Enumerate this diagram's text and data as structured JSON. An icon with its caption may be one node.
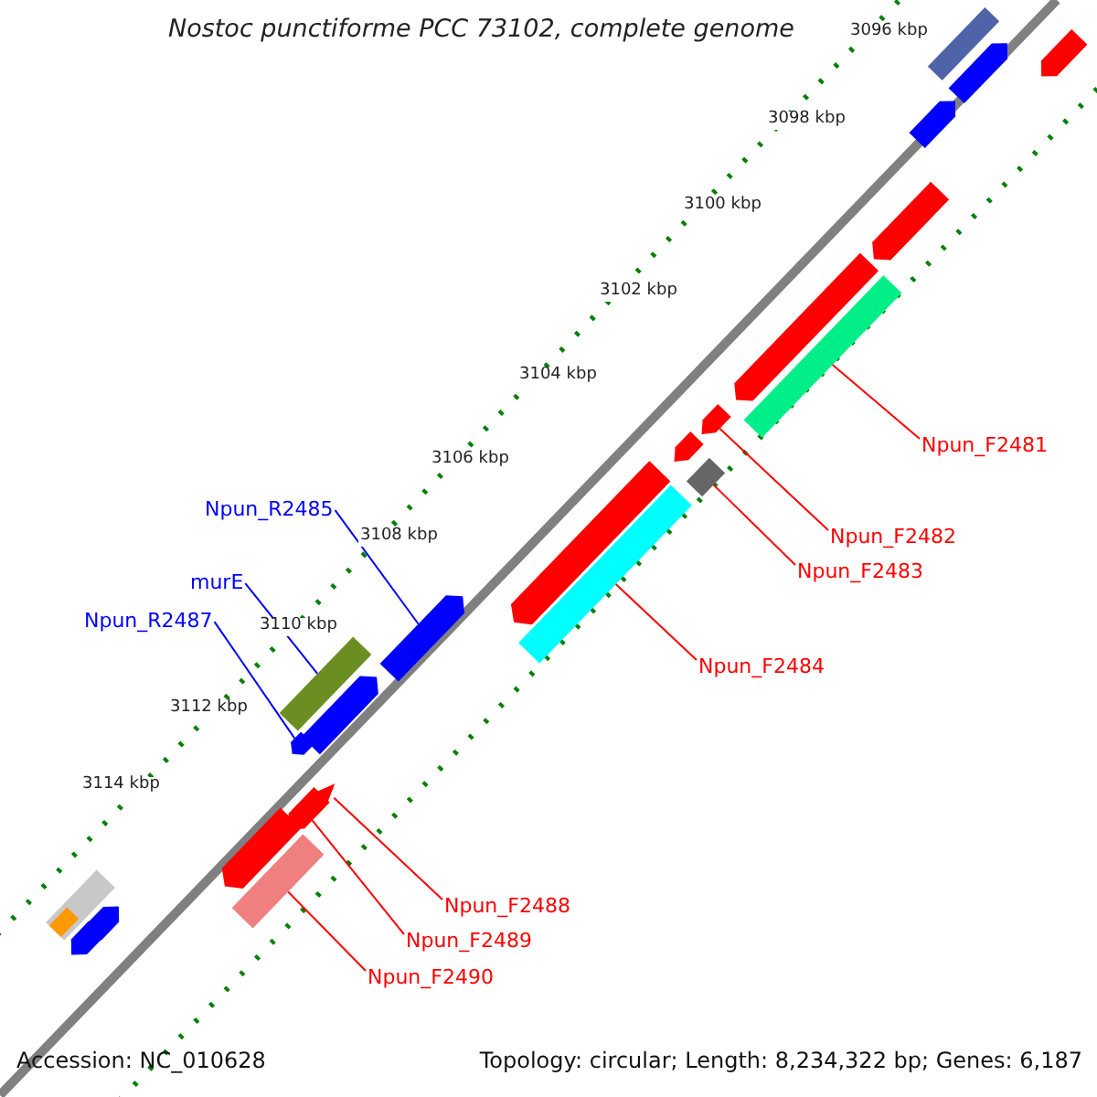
{
  "diagram": {
    "title": "Nostoc punctiforme PCC 73102, complete genome",
    "nodes": [
      {
        "text": [
          "Npun_F2481"
        ]
      },
      {
        "text": [
          "Npun_F2482"
        ]
      },
      {
        "text": [
          "Npun_F2483"
        ]
      },
      {
        "text": [
          "Npun_F2484"
        ]
      },
      {
        "text": [
          "Npun_R2485"
        ]
      },
      {
        "text": [
          "murE"
        ]
      },
      {
        "text": [
          "Npun_R2487"
        ]
      },
      {
        "text": [
          "Npun_F2488"
        ]
      },
      {
        "text": [
          "Npun_F2489"
        ]
      },
      {
        "text": [
          "Npun_F2490"
        ]
      },
      {
        "text": [],
        "shape": "bar"
      },
      {
        "text": [],
        "shape": "bar"
      },
      {
        "text": [],
        "shape": "bar"
      },
      {
        "text": [],
        "shape": "bar"
      },
      {
        "text": [],
        "shape": "bar"
      },
      {
        "text": [],
        "shape": "bar"
      },
      {
        "text": [],
        "shape": "bar"
      },
      {
        "text": [],
        "shape": "bar"
      },
      {
        "text": [],
        "shape": "bar"
      },
      {
        "text": [],
        "shape": "bar"
      },
      {
        "text": [],
        "shape": "bar"
      },
      {
        "text": [],
        "shape": "bar"
      },
      {
        "text": [],
        "shape": "bar"
      },
      {
        "text": [],
        "shape": "bar"
      },
      {
        "text": [],
        "shape": "bar"
      },
      {
        "text": [],
        "shape": "bar"
      },
      {
        "text": [],
        "shape": "bar"
      },
      {
        "text": [],
        "shape": "bar"
      },
      {
        "text": [],
        "shape": "bar"
      },
      {
        "text": [],
        "shape": "bar"
      },
      {
        "text": [],
        "shape": "bar"
      },
      {
        "text": [],
        "shape": "bar"
      },
      {
        "text": [],
        "shape": "bar"
      }
    ],
    "edges": [
      {
        "from": 0,
        "to": 16,
        "arrow": "none"
      },
      {
        "from": 1,
        "to": 17,
        "arrow": "none"
      },
      {
        "from": 2,
        "to": 19,
        "arrow": "none"
      },
      {
        "from": 3,
        "to": 21,
        "arrow": "none"
      },
      {
        "from": 4,
        "to": 22,
        "arrow": "none",
        "color": "#0000ff"
      },
      {
        "from": 5,
        "to": 23,
        "arrow": "none",
        "color": "#0000ff"
      },
      {
        "from": 6,
        "to": 25,
        "arrow": "none",
        "color": "#0000ff"
      },
      {
        "from": 7,
        "to": 26,
        "arrow": "none"
      },
      {
        "from": 8,
        "to": 27,
        "arrow": "none"
      },
      {
        "from": 9,
        "to": 29,
        "arrow": "none"
      }
    ],
    "labels": [
      "3096 kbp",
      "3098 kbp",
      "3100 kbp",
      "3102 kbp",
      "3104 kbp",
      "3106 kbp",
      "3108 kbp",
      "3110 kbp",
      "3112 kbp",
      "3114 kbp",
      "Accession: NC_010628",
      "Topology: circular; Length: 8,234,322 bp; Genes: 6,187"
    ]
  }
}
